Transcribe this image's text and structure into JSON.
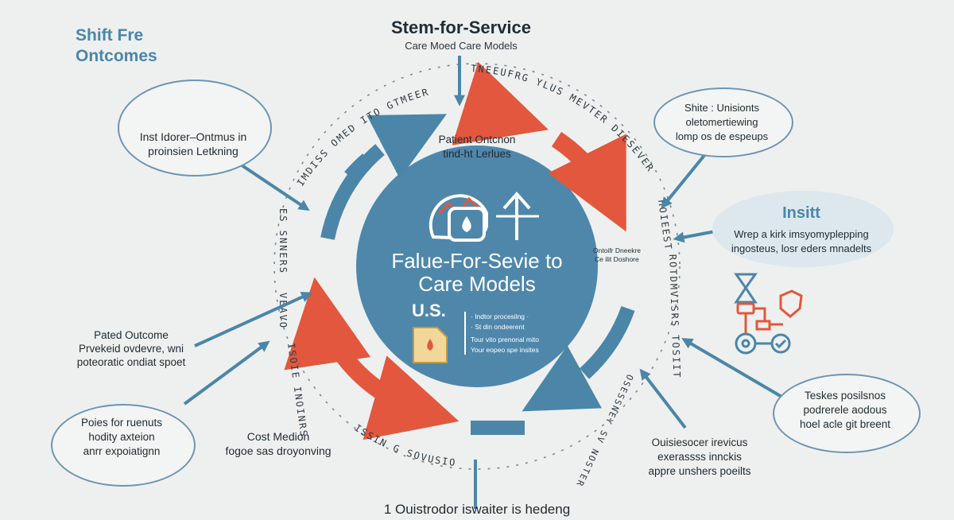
{
  "colors": {
    "blue": "#4b86a8",
    "red": "#e2573d",
    "center": "#4f87ab",
    "bg": "#eef0ef",
    "title": "#4b86a8"
  },
  "title": {
    "main": "Stem-for-Service",
    "sub": "Care Moed Care Models"
  },
  "corner_title": {
    "line1": "Shift Fre",
    "line2": "Ontcomes"
  },
  "center": {
    "title_line1": "Falue-For-Sevie to",
    "title_line2": "Care Models",
    "us_label": "U.S.",
    "list": [
      "· Indtor procesilng ·",
      "· St din ondeerent",
      "Tour vito prenonal mito",
      "Your eopeo spe insites"
    ]
  },
  "inner": {
    "top_line1": "Patient Ontcnon",
    "top_line2": "tind-ht Lerlues",
    "right_line1": "Ontoifr Dneekre",
    "right_line2": "Ce ilit Doshore"
  },
  "callouts": {
    "top_left": {
      "line1": "Inst Idorer–Ontmus in",
      "line2": "proinsien Letkning"
    },
    "top_right": {
      "line1": "Shite : Unisionts",
      "line2": "oletomertiewing",
      "line3": "lomp os de espeups"
    },
    "insight": {
      "title": "Insitt",
      "line1": "Wrep a kirk imsyomyplepping",
      "line2": "ingosteus, losr eders mnadelts"
    },
    "left_mid": {
      "line1": "Pated Outcome",
      "line2": "Prvekeid ovdevre, wni",
      "line3": "poteoratic ondiat spoet"
    },
    "left_low": {
      "line1": "Poies for ruenuts",
      "line2": "hodity axteion",
      "line3": "anrr expoiatignn"
    },
    "bottom_mid": {
      "line1": "Cost Medion",
      "line2": "fogoe sas droyonving"
    },
    "bottom_right": {
      "line1": "Ouisiesocer irevicus",
      "line2": "exerassss innckis",
      "line3": "appre unshers poeilts"
    },
    "right_low": {
      "line1": "Teskes posilsnos",
      "line2": "podrerele aodous",
      "line3": "hoel acle git breent"
    }
  },
  "ring_labels": {
    "top_left": "IMDISS OMED ITO GTMEERS",
    "top_right": "TNEEUFRG YLUS MEVTER DIESEVER",
    "right_upper": "HOIEEST",
    "right_lower": "ROTDMVISRS TOSIIT",
    "left_upper": "ES SNNERS",
    "left_lower": "VEAVO",
    "left_bottom": "ISOIE INOINRS",
    "bottom": "ISSIN G SOVUSION",
    "bottom_right": "OSESSNEY SV NOSTER"
  },
  "footer": "1 Ouistrodor iswaiter is hedeng"
}
